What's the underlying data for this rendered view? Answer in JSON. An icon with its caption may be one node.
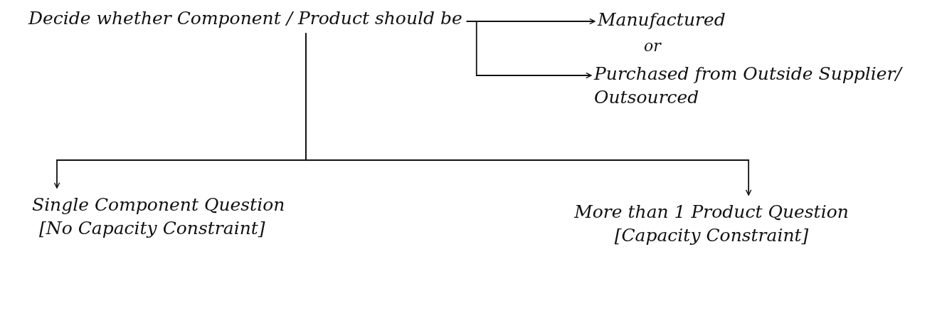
{
  "diagram": {
    "nodes": [
      {
        "text": [
          "Decide whether Component / Product should be"
        ]
      },
      {
        "text": [
          "Manufactured"
        ]
      },
      {
        "text": [
          "Purchased from Outside Supplier/ Outsourced"
        ]
      },
      {
        "text": [
          "Single Component Question",
          "[No Capacity Constraint]"
        ]
      },
      {
        "text": [
          "More than 1 Product Question",
          "[Capacity Constraint]"
        ]
      }
    ],
    "edges": [
      {
        "from": 0,
        "to": 1,
        "arrow": "to"
      },
      {
        "from": 0,
        "to": 2,
        "arrow": "to"
      },
      {
        "from": 0,
        "to": 3,
        "arrow": "to"
      },
      {
        "from": 0,
        "to": 4,
        "arrow": "to"
      }
    ],
    "labels": [
      "or"
    ]
  }
}
